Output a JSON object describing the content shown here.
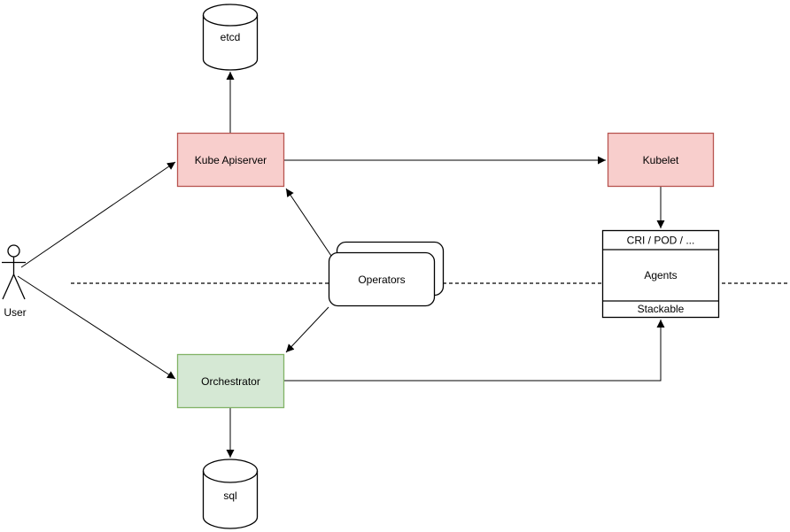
{
  "colors": {
    "background": "#ffffff",
    "line": "#000000",
    "pink_fill": "#f8cecc",
    "pink_stroke": "#b85450",
    "green_fill": "#d5e8d4",
    "green_stroke": "#82b366"
  },
  "diagram": {
    "user": {
      "label": "User"
    },
    "etcd": {
      "label": "etcd"
    },
    "kube_apiserver": {
      "label": "Kube Apiserver"
    },
    "kubelet": {
      "label": "Kubelet"
    },
    "operators": {
      "label": "Operators"
    },
    "orchestrator": {
      "label": "Orchestrator"
    },
    "sql": {
      "label": "sql"
    },
    "agents": {
      "header": "CRI / POD / ...",
      "body": "Agents",
      "footer": "Stackable"
    },
    "edges": [
      {
        "from": "user",
        "to": "kube_apiserver"
      },
      {
        "from": "user",
        "to": "orchestrator"
      },
      {
        "from": "kube_apiserver",
        "to": "etcd"
      },
      {
        "from": "kube_apiserver",
        "to": "kubelet"
      },
      {
        "from": "kubelet",
        "to": "agents"
      },
      {
        "from": "operators",
        "to": "kube_apiserver"
      },
      {
        "from": "operators",
        "to": "orchestrator"
      },
      {
        "from": "orchestrator",
        "to": "sql"
      },
      {
        "from": "orchestrator",
        "to": "agents"
      }
    ]
  }
}
